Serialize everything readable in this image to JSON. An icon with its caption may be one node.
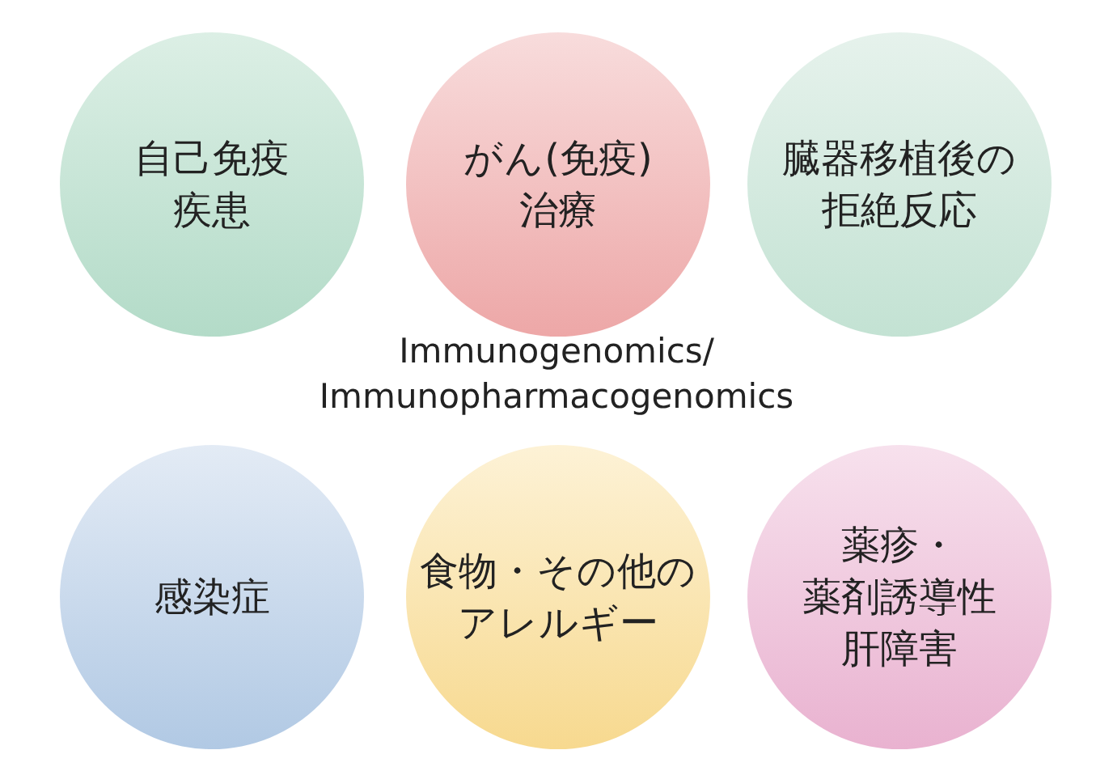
{
  "diagram": {
    "nodes": [
      {
        "text": [
          "自己免疫疾患"
        ]
      },
      {
        "text": [
          "がん(免疫)治療"
        ]
      },
      {
        "text": [
          "臓器移植後の拒絶反応"
        ]
      },
      {
        "text": [
          "感染症"
        ]
      },
      {
        "text": [
          "食物・その他のアレルギー"
        ]
      },
      {
        "text": [
          "薬疹・薬剤誘導性肝障害"
        ]
      }
    ],
    "labels": [
      "Immunogenomics/ Immunopharmacogenomics"
    ]
  }
}
